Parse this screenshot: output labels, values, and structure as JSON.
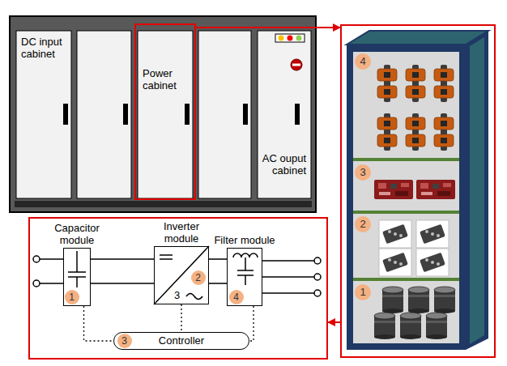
{
  "diagram": {
    "nodes": [
      {
        "text": [
          "DC input cabinet"
        ]
      },
      {
        "text": [
          "Power cabinet"
        ]
      },
      {
        "text": [
          "AC ouput cabinet"
        ]
      },
      {
        "text": []
      },
      {
        "text": [
          "4"
        ],
        "in": 3
      },
      {
        "text": [
          "3"
        ],
        "in": 3
      },
      {
        "text": [
          "2"
        ],
        "in": 3
      },
      {
        "text": [
          "1"
        ],
        "in": 3
      },
      {
        "text": []
      },
      {
        "text": [
          "Capacitor module"
        ],
        "in": 8
      },
      {
        "text": [
          "1"
        ],
        "in": 9
      },
      {
        "text": [
          "Inverter module"
        ],
        "in": 8
      },
      {
        "text": [
          "2"
        ],
        "in": 11
      },
      {
        "text": [
          "Filter module"
        ],
        "in": 8
      },
      {
        "text": [
          "4"
        ],
        "in": 13
      },
      {
        "text": [
          "Controller"
        ],
        "in": 8
      },
      {
        "text": [
          "3"
        ],
        "in": 15
      }
    ],
    "edges": [
      {
        "from": 1,
        "to": 3,
        "arrow": "to"
      },
      {
        "from": 3,
        "to": 8,
        "arrow": "to"
      },
      {
        "from": 9,
        "to": 11,
        "arrow": "none"
      },
      {
        "from": 11,
        "to": 13,
        "arrow": "none"
      },
      {
        "from": 9,
        "to": 15,
        "arrow": "none"
      },
      {
        "from": 11,
        "to": 15,
        "arrow": "none"
      },
      {
        "from": 13,
        "to": 15,
        "arrow": "none"
      }
    ],
    "labels": [
      "3"
    ]
  }
}
